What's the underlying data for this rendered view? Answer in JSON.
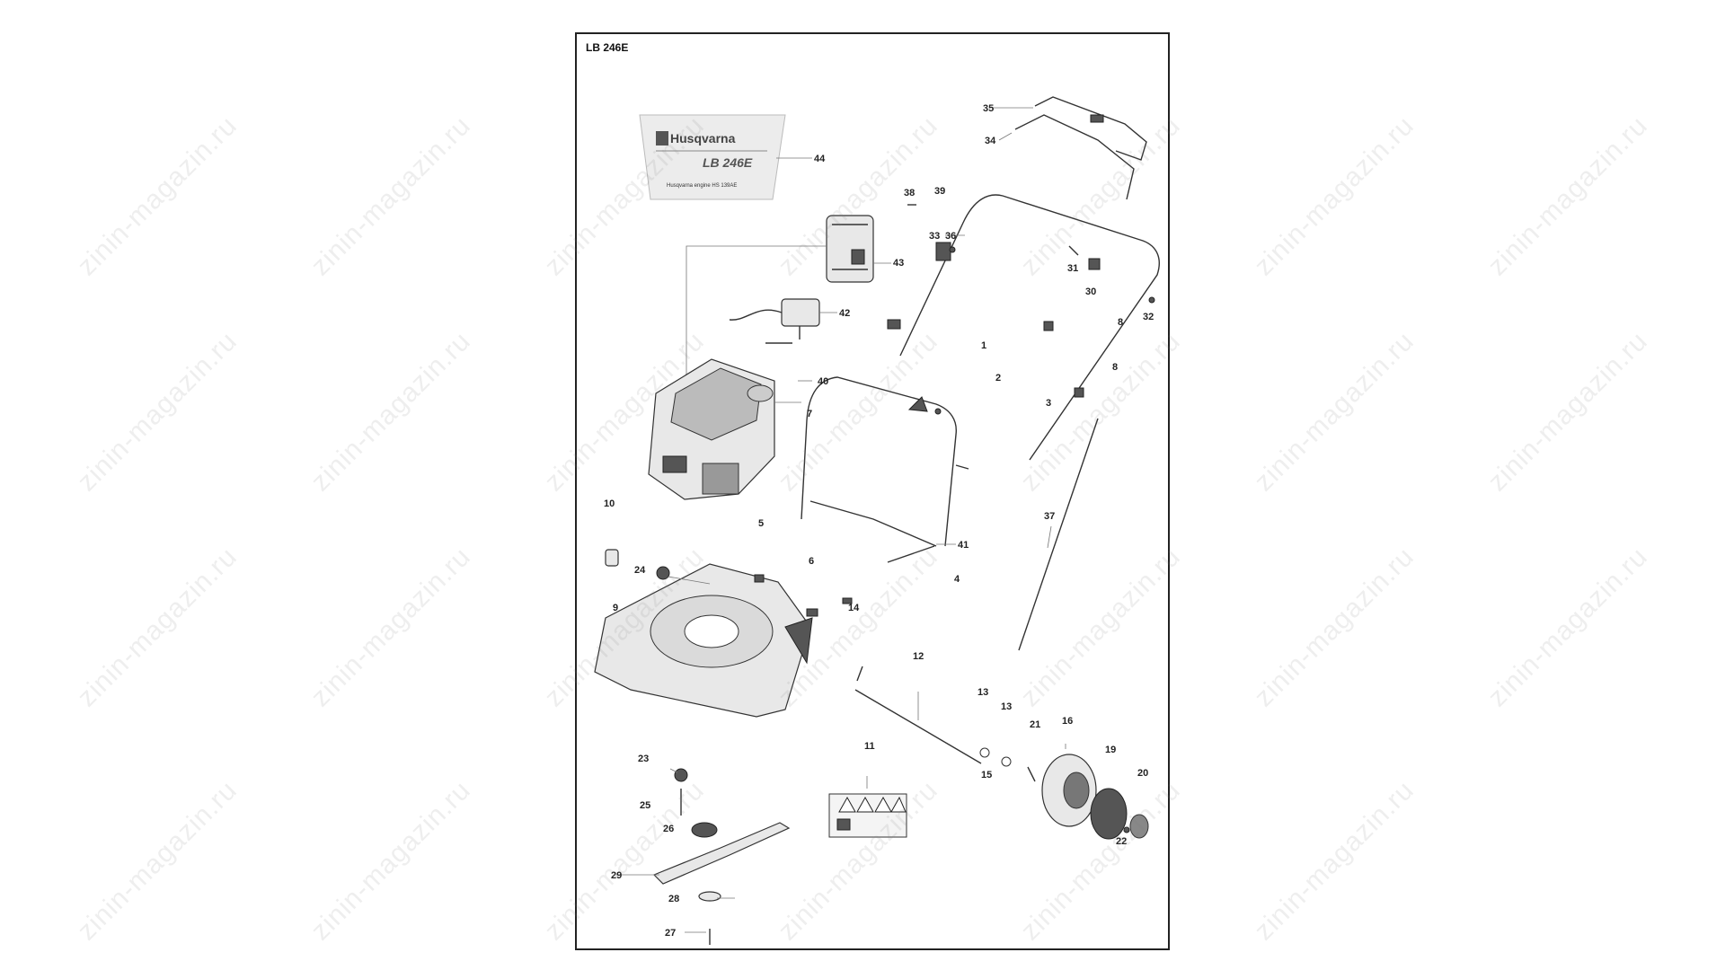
{
  "model_label": "LB 246E",
  "decal": {
    "brand": "Husqvarna",
    "model": "LB 246E",
    "engine_text": "Husqvarna engine HS 139AE"
  },
  "watermark": "zinin-magazin.ru",
  "part_numbers": [
    "1",
    "2",
    "3",
    "4",
    "5",
    "6",
    "7",
    "8",
    "8",
    "9",
    "10",
    "11",
    "12",
    "13",
    "13",
    "14",
    "15",
    "16",
    "19",
    "20",
    "21",
    "22",
    "23",
    "24",
    "25",
    "26",
    "27",
    "28",
    "29",
    "30",
    "31",
    "32",
    "33",
    "34",
    "35",
    "36",
    "37",
    "38",
    "39",
    "40",
    "41",
    "42",
    "43",
    "44"
  ]
}
